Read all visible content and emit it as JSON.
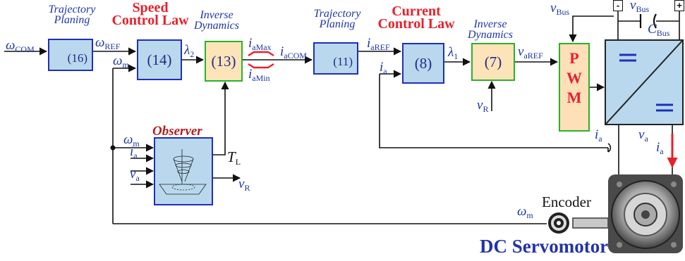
{
  "headers": {
    "trajectory_planing_1": [
      "Trajectory",
      "Planing"
    ],
    "speed_control_law": [
      "Speed",
      "Control Law"
    ],
    "inverse_dynamics_1": [
      "Inverse",
      "Dynamics"
    ],
    "trajectory_planing_2": [
      "Trajectory",
      "Planing"
    ],
    "current_control_law": [
      "Current",
      "Control Law"
    ],
    "inverse_dynamics_2": [
      "Inverse",
      "Dynamics"
    ]
  },
  "blocks": {
    "traj1": "(16)",
    "speed": "(14)",
    "invdyn1": "(13)",
    "traj2": "(11)",
    "current": "(8)",
    "invdyn2": "(7)"
  },
  "pwm_letters": [
    "P",
    "W",
    "M"
  ],
  "signals": {
    "omega_com": {
      "base": "ω",
      "sub": "COM"
    },
    "omega_ref": {
      "base": "ω",
      "sub": "REF"
    },
    "omega_m_top": {
      "base": "ω",
      "sub": "m"
    },
    "lambda2": {
      "base": "λ",
      "sub": "2"
    },
    "i_amax": {
      "base": "i",
      "sub": "aMax"
    },
    "i_amin": {
      "base": "i",
      "sub": "aMin"
    },
    "i_acom": {
      "base": "i",
      "sub": "aCOM"
    },
    "i_aref": {
      "base": "i",
      "sub": "aREF"
    },
    "i_a_in": {
      "base": "i",
      "sub": "a"
    },
    "lambda1": {
      "base": "λ",
      "sub": "1"
    },
    "v_aref": {
      "base": "v",
      "sub": "aREF"
    },
    "v_r_in": {
      "base": "v",
      "sub": "R"
    },
    "v_bus_left": {
      "base": "v",
      "sub": "Bus"
    },
    "v_bus_top": {
      "base": "v",
      "sub": "Bus"
    },
    "c_bus": {
      "base": "C",
      "sub": "Bus"
    },
    "omega_m_obs": {
      "base": "ω",
      "sub": "m"
    },
    "i_a_obs": {
      "base": "i",
      "sub": "a"
    },
    "v_a_obs": {
      "base": "v",
      "sub": "a"
    },
    "t_l": {
      "base": "T",
      "sub": "L"
    },
    "v_r_out": {
      "base": "v",
      "sub": "R"
    },
    "i_a_feedback": {
      "base": "i",
      "sub": "a"
    },
    "v_a_motor": {
      "base": "v",
      "sub": "a"
    },
    "i_a_motor": {
      "base": "i",
      "sub": "a"
    },
    "omega_m_bottom": {
      "base": "ω",
      "sub": "m"
    }
  },
  "observer_title": "Observer",
  "encoder_label": "Encoder",
  "motor_label": "DC Servomotor",
  "bus_terminals": {
    "minus": "-",
    "plus": "+"
  },
  "colors": {
    "header_red": "#e8202a",
    "italic_blue": "#1e35a8",
    "block_fill": "#b9d8ee",
    "block_border": "#1f2fb8",
    "green_border": "#2cb02c",
    "green_fill": "#fde4b8",
    "wire": "#111111"
  }
}
